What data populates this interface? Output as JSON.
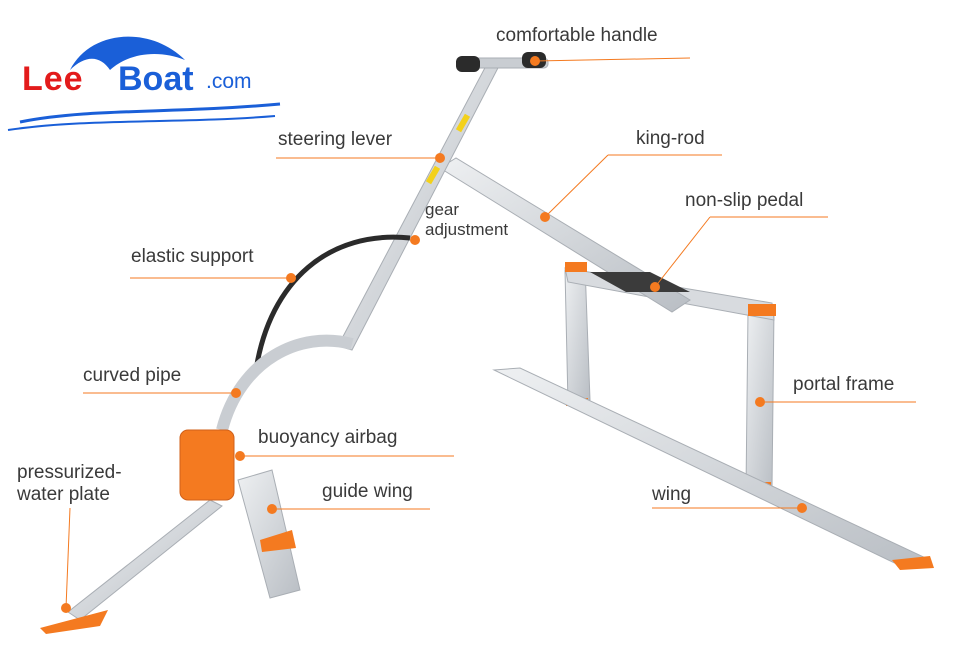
{
  "logo": {
    "part1": "Lee",
    "part2": "Boat",
    "part3": ".com"
  },
  "labels": {
    "handle": "comfortable handle",
    "steering": "steering lever",
    "king_rod": "king-rod",
    "gear_1": "gear",
    "gear_2": "adjustment",
    "pedal": "non-slip pedal",
    "elastic": "elastic support",
    "curved": "curved pipe",
    "portal": "portal frame",
    "airbag": "buoyancy airbag",
    "plate_1": "pressurized-",
    "plate_2": "water plate",
    "guide": "guide wing",
    "wing": "wing"
  },
  "colors": {
    "accent": "#f47a20",
    "leader": "#f47a20",
    "frame": "#c9cdd2",
    "logo_red": "#e31b1b",
    "logo_blue": "#1a5fd8"
  }
}
